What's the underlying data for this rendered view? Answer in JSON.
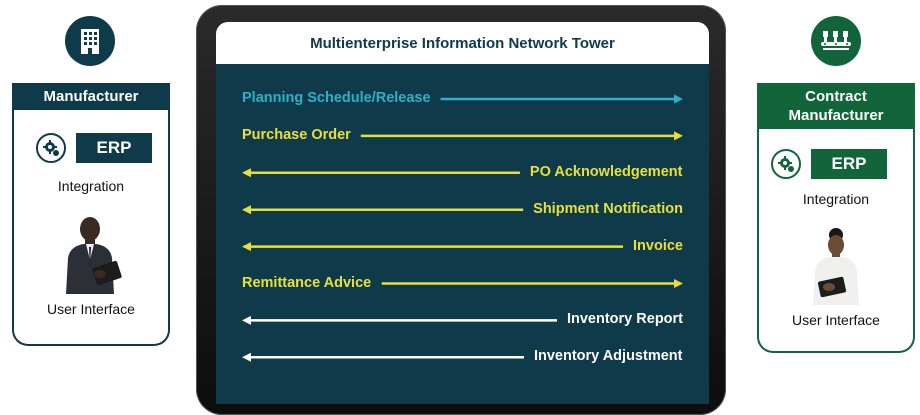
{
  "tower": {
    "title": "Multienterprise Information Network Tower"
  },
  "left": {
    "icon": "building-icon",
    "title": "Manufacturer",
    "erp": "ERP",
    "integration": "Integration",
    "user_interface": "User Interface",
    "accent": "#0e3a4a"
  },
  "right": {
    "icon": "factory-icon",
    "title": "Contract Manufacturer",
    "erp": "ERP",
    "integration": "Integration",
    "user_interface": "User Interface",
    "accent": "#12643a"
  },
  "flows": [
    {
      "label": "Planning Schedule/Release",
      "direction": "right",
      "color": "#2fb0c8"
    },
    {
      "label": "Purchase Order",
      "direction": "right",
      "color": "#e8e03a"
    },
    {
      "label": "PO Acknowledgement",
      "direction": "left",
      "color": "#e8e03a"
    },
    {
      "label": "Shipment Notification",
      "direction": "left",
      "color": "#e8e03a"
    },
    {
      "label": "Invoice",
      "direction": "left",
      "color": "#e8e03a"
    },
    {
      "label": "Remittance Advice",
      "direction": "right",
      "color": "#e8e03a"
    },
    {
      "label": "Inventory Report",
      "direction": "left",
      "color": "#ffffff"
    },
    {
      "label": "Inventory Adjustment",
      "direction": "left",
      "color": "#ffffff"
    }
  ]
}
